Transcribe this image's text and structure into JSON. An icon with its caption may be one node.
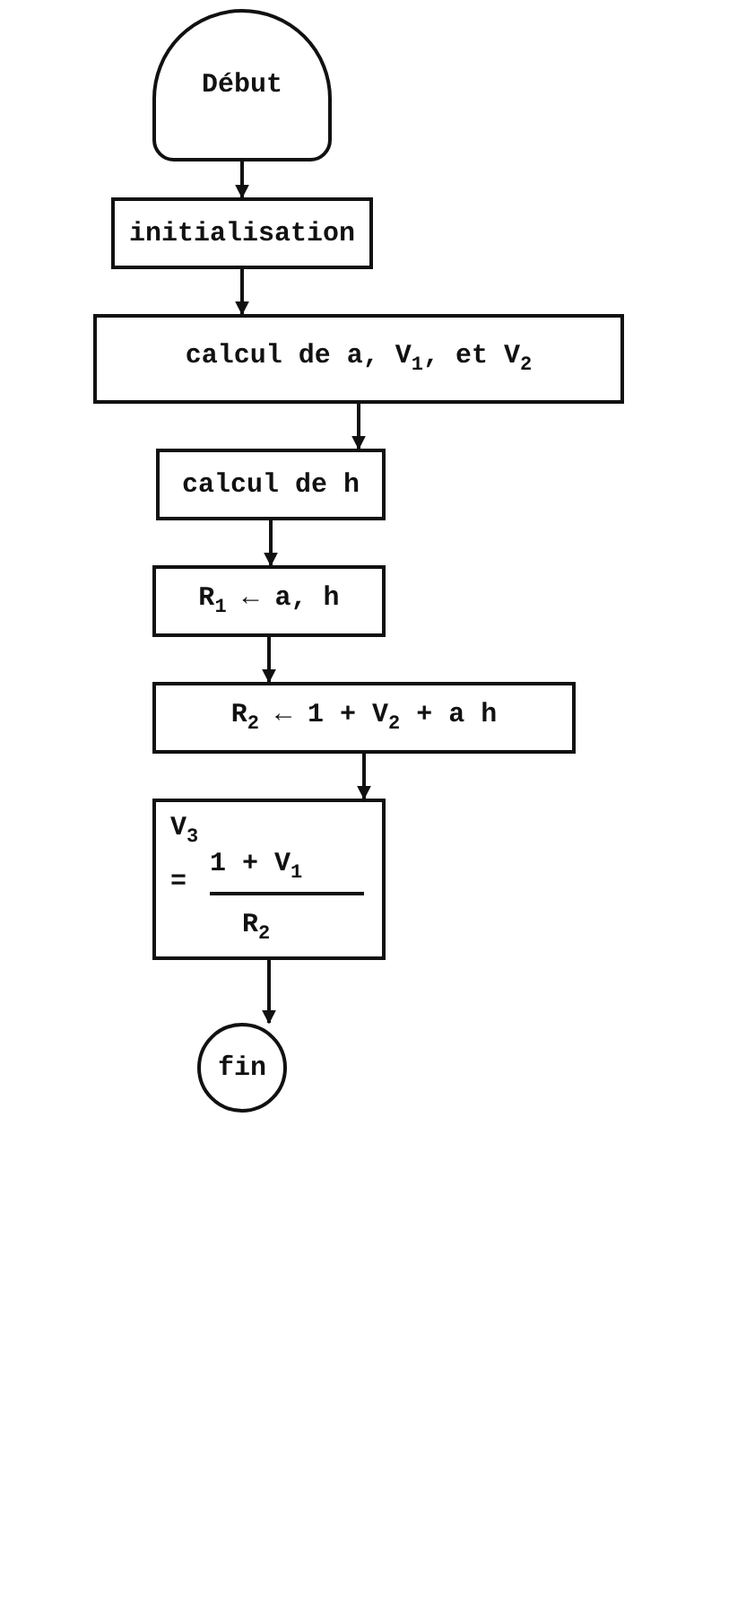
{
  "diagram": {
    "nodes": [
      {
        "text": [
          "Début"
        ]
      },
      {
        "text": [
          "initialisation"
        ]
      },
      {
        "text": [
          "calcul de a, V$_{1}$, et V$_{2}$"
        ]
      },
      {
        "text": [
          "calcul de h"
        ]
      },
      {
        "text": [
          "R$_{1}$ ← a, h"
        ]
      },
      {
        "text": [
          "R$_{2}$ ← 1 + V$_{2}$ + a h"
        ]
      },
      {
        "text": [
          "V$_{3}$",
          "=",
          "1 + V$_{1}$",
          "R$_{2}$"
        ]
      },
      {
        "text": [
          "fin"
        ]
      }
    ],
    "edges": [
      {
        "from": 0,
        "to": 1,
        "arrow": "to"
      },
      {
        "from": 1,
        "to": 2,
        "arrow": "to"
      },
      {
        "from": 2,
        "to": 3,
        "arrow": "to"
      },
      {
        "from": 3,
        "to": 4,
        "arrow": "to"
      },
      {
        "from": 4,
        "to": 5,
        "arrow": "to"
      },
      {
        "from": 5,
        "to": 6,
        "arrow": "to"
      },
      {
        "from": 6,
        "to": 7,
        "arrow": "to"
      }
    ]
  }
}
